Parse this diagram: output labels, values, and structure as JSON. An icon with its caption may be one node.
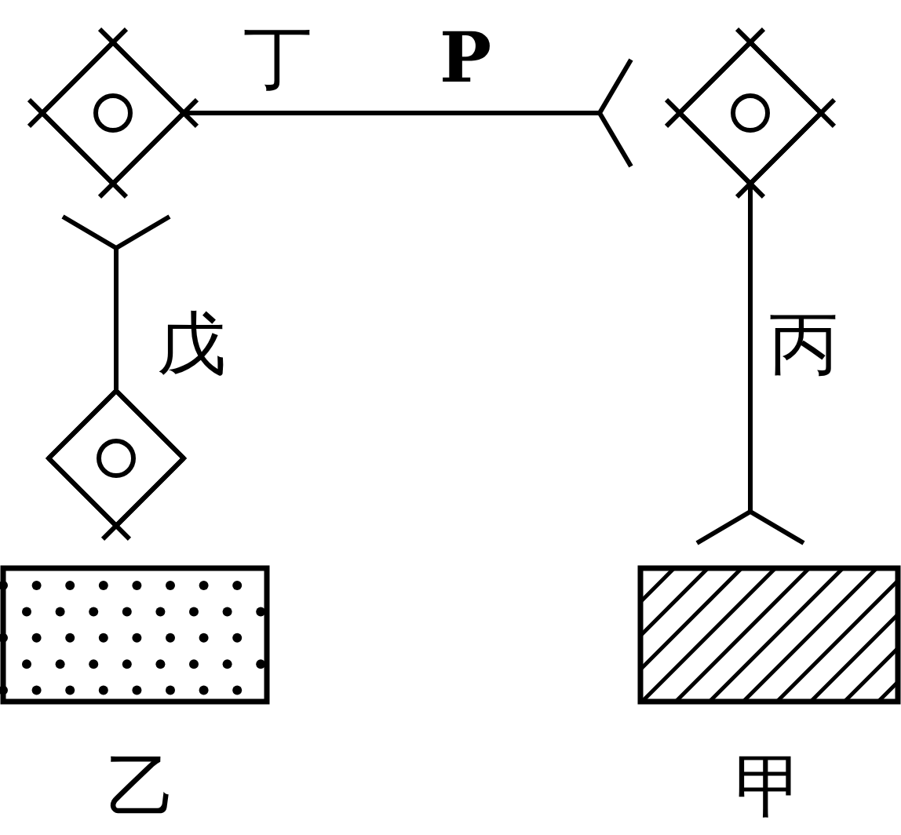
{
  "diagram": {
    "nodes": [
      {
        "text": [],
        "shape": "diamond"
      },
      {
        "text": [],
        "shape": "diamond"
      },
      {
        "text": [],
        "shape": "diamond"
      },
      {
        "text": [
          "乙"
        ]
      },
      {
        "text": [
          "甲"
        ]
      }
    ],
    "edges": [
      {
        "from": 0,
        "to": 1,
        "arrow": "other",
        "label": "丁"
      },
      {
        "from": 2,
        "to": 0,
        "arrow": "other",
        "label": "戊"
      },
      {
        "from": 1,
        "to": 4,
        "arrow": "other",
        "label": "丙"
      }
    ],
    "labels": [
      "P"
    ]
  }
}
